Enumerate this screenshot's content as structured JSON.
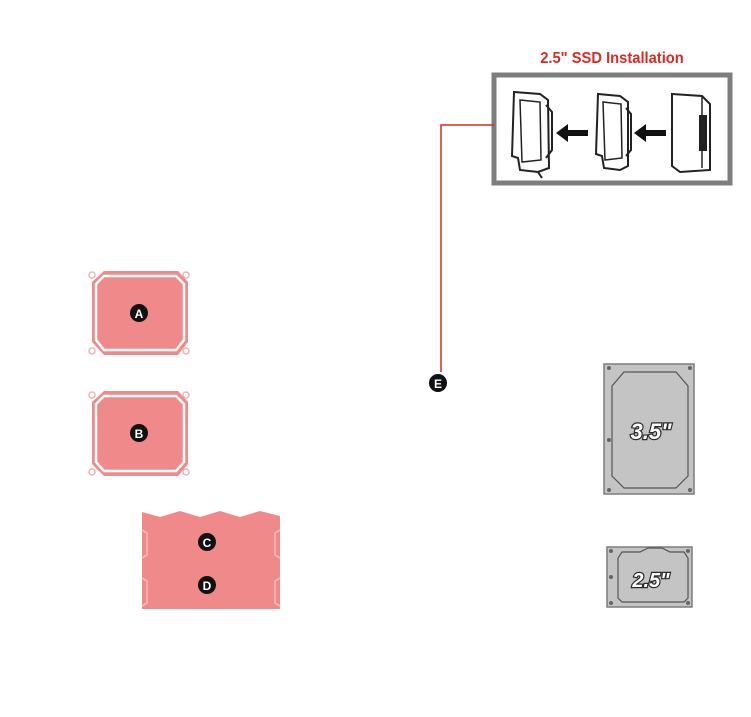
{
  "ssd_panel": {
    "title": "2.5\" SSD Installation"
  },
  "markers": {
    "a": "A",
    "b": "B",
    "c": "C",
    "d": "D",
    "e": "E"
  },
  "drives": {
    "large": "3.5\"",
    "small": "2.5\""
  },
  "colors": {
    "accent": "#d92b24",
    "bay_fill": "#f08a8a",
    "frame": "#7d7d7d",
    "drive_fill": "#c4c4c4"
  }
}
